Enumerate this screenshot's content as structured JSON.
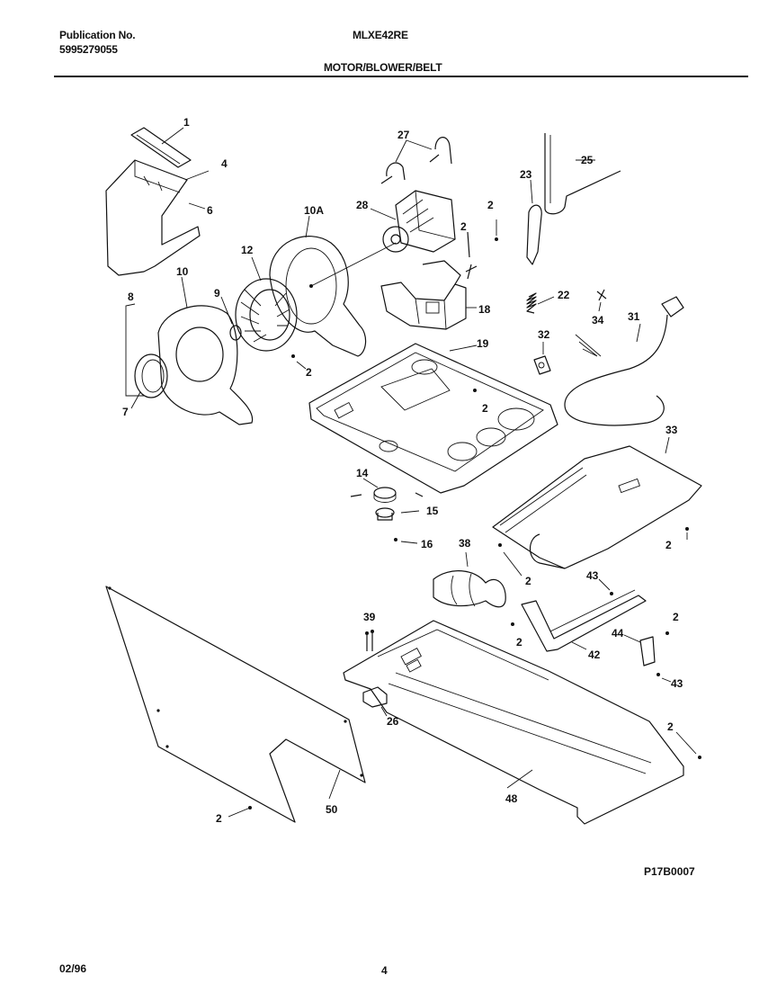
{
  "header": {
    "publication_label": "Publication No.",
    "publication_number": "5995279055",
    "model": "MLXE42RE",
    "section_title": "MOTOR/BLOWER/BELT"
  },
  "callouts": {
    "c1": "1",
    "c4": "4",
    "c6": "6",
    "c27": "27",
    "c25": "25",
    "c23": "23",
    "c28": "28",
    "c10a": "10A",
    "c2": "2",
    "c12": "12",
    "c10": "10",
    "c9": "9",
    "c8": "8",
    "c22": "22",
    "c18": "18",
    "c34": "34",
    "c31": "31",
    "c19": "19",
    "c32": "32",
    "c7": "7",
    "c33": "33",
    "c14": "14",
    "c15": "15",
    "c16": "16",
    "c38": "38",
    "c43": "43",
    "c39": "39",
    "c42": "42",
    "c44": "44",
    "c26": "26",
    "c48": "48",
    "c50": "50"
  },
  "footer": {
    "drawing_id": "P17B0007",
    "date": "02/96",
    "page": "4"
  }
}
